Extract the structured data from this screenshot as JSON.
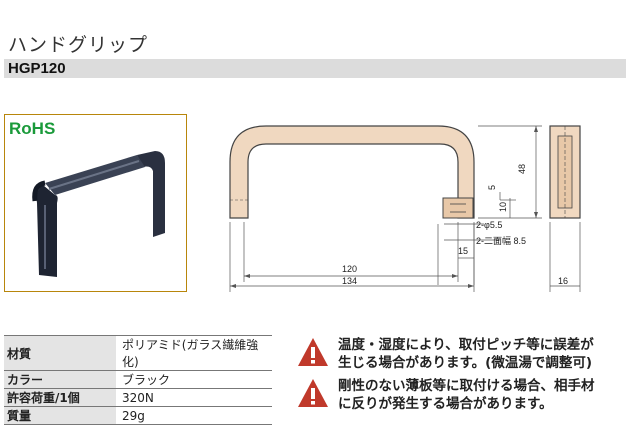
{
  "header": {
    "title": "ハンドグリップ",
    "code": "HGP120"
  },
  "photo": {
    "badge": "RoHS",
    "colors": {
      "badge": "#1a9a3a",
      "frame": "#b8860b",
      "handle": "#2a3040"
    }
  },
  "drawing": {
    "colors": {
      "part": "#f0d8c0",
      "line": "#444444"
    },
    "dims": {
      "d48": "48",
      "d5": "5",
      "d10": "10",
      "dphi": "2-φ5.5",
      "dslot": "2-二面幅 8.5",
      "d15": "15",
      "d120": "120",
      "d134": "134",
      "d16": "16"
    }
  },
  "specs": [
    {
      "key": "材質",
      "value": "ポリアミド(ガラス繊維強化)"
    },
    {
      "key": "カラー",
      "value": "ブラック"
    },
    {
      "key": "許容荷重/1個",
      "value": "320N"
    },
    {
      "key": "質量",
      "value": "29g"
    }
  ],
  "warnings": [
    {
      "icon": "warning-triangle-icon",
      "text": "温度・湿度により、取付ピッチ等に誤差が\n生じる場合があります。(微温湯で調整可)"
    },
    {
      "icon": "warning-triangle-icon",
      "text": "剛性のない薄板等に取付ける場合、相手材\nに反りが発生する場合があります。"
    }
  ],
  "warning_color": "#c0392b"
}
